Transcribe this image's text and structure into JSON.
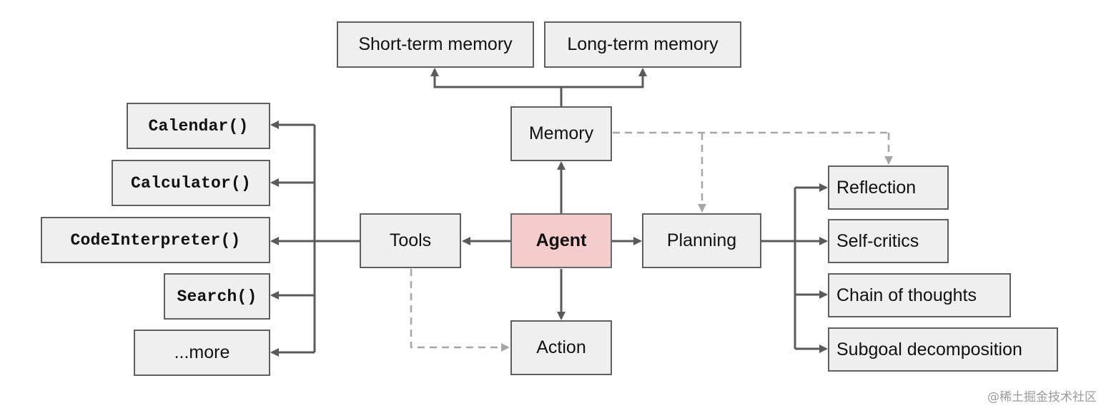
{
  "colors": {
    "box_fill": "#efefef",
    "box_border": "#5f5f5f",
    "agent_fill": "#f4cccc",
    "solid_edge": "#5a5a5a",
    "dashed_edge": "#a6a6a6"
  },
  "nodes": {
    "agent": "Agent",
    "memory": "Memory",
    "short_term_memory": "Short-term memory",
    "long_term_memory": "Long-term memory",
    "tools": "Tools",
    "planning": "Planning",
    "action": "Action",
    "calendar": "Calendar()",
    "calculator": "Calculator()",
    "code_interpreter": "CodeInterpreter()",
    "search": "Search()",
    "more": "...more",
    "reflection": "Reflection",
    "self_critics": "Self-critics",
    "chain_of_thoughts": "Chain of thoughts",
    "subgoal_decomposition": "Subgoal decomposition"
  },
  "edges": [
    {
      "from": "agent",
      "to": "memory",
      "style": "solid"
    },
    {
      "from": "agent",
      "to": "tools",
      "style": "solid"
    },
    {
      "from": "agent",
      "to": "planning",
      "style": "solid"
    },
    {
      "from": "agent",
      "to": "action",
      "style": "solid"
    },
    {
      "from": "memory",
      "to": "short_term_memory",
      "style": "solid"
    },
    {
      "from": "memory",
      "to": "long_term_memory",
      "style": "solid"
    },
    {
      "from": "tools",
      "to": "calendar",
      "style": "solid"
    },
    {
      "from": "tools",
      "to": "calculator",
      "style": "solid"
    },
    {
      "from": "tools",
      "to": "code_interpreter",
      "style": "solid"
    },
    {
      "from": "tools",
      "to": "search",
      "style": "solid"
    },
    {
      "from": "tools",
      "to": "more",
      "style": "solid"
    },
    {
      "from": "planning",
      "to": "reflection",
      "style": "solid"
    },
    {
      "from": "planning",
      "to": "self_critics",
      "style": "solid"
    },
    {
      "from": "planning",
      "to": "chain_of_thoughts",
      "style": "solid"
    },
    {
      "from": "planning",
      "to": "subgoal_decomposition",
      "style": "solid"
    },
    {
      "from": "memory",
      "to": "planning",
      "style": "dashed"
    },
    {
      "from": "memory",
      "to": "reflection",
      "style": "dashed"
    },
    {
      "from": "tools",
      "to": "action",
      "style": "dashed"
    }
  ],
  "watermark": "@稀土掘金技术社区"
}
